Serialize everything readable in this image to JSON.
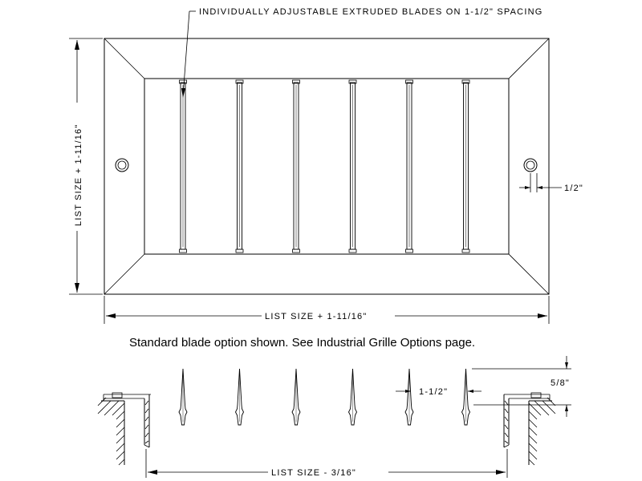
{
  "callouts": {
    "blades_note": "INDIVIDUALLY ADJUSTABLE EXTRUDED BLADES ON 1-1/2\" SPACING",
    "hole_offset": "1/2\"",
    "blade_spacing": "1-1/2\"",
    "blade_depth": "5/8\""
  },
  "dimensions": {
    "width": "LIST SIZE + 1-11/16\"",
    "height": "LIST SIZE + 1-11/16\"",
    "opening": "LIST SIZE - 3/16\""
  },
  "caption": "Standard blade option shown. See Industrial Grille Options page.",
  "front_view": {
    "blade_count": 6,
    "mounting_holes": 2
  },
  "section_view": {
    "blade_count": 6
  }
}
